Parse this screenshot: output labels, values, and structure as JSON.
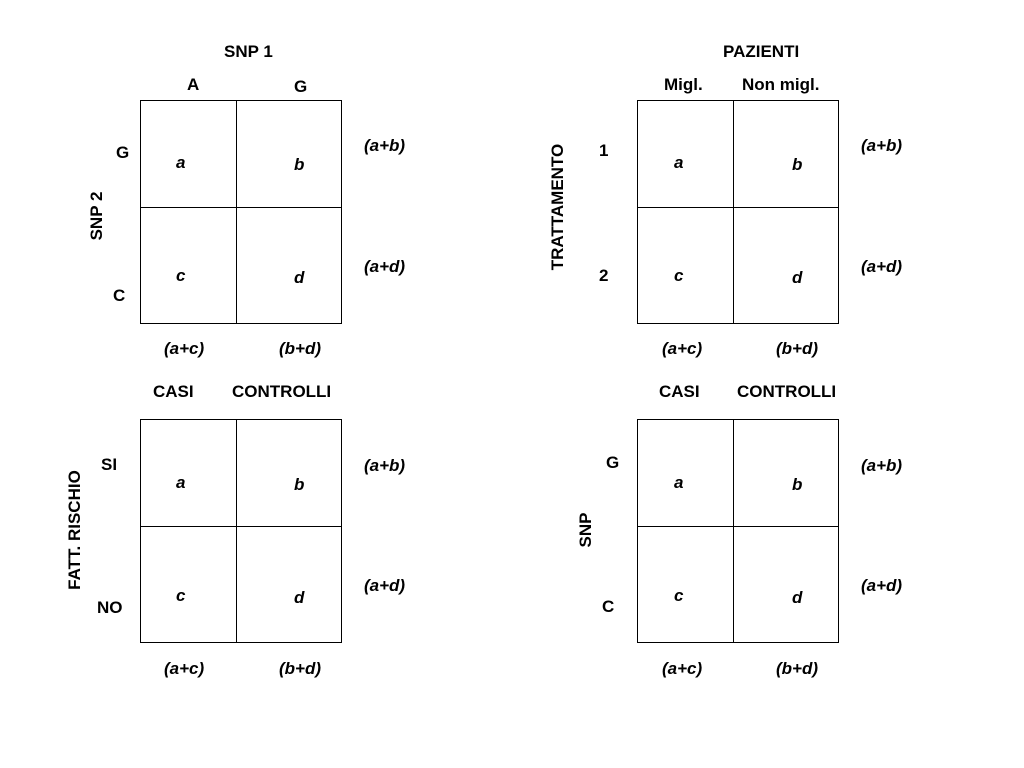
{
  "tables": [
    {
      "top_title": "SNP 1",
      "col_labels": [
        "A",
        "G"
      ],
      "side_title": "SNP 2",
      "row_labels": [
        "G",
        "C"
      ],
      "cells": [
        "a",
        "b",
        "c",
        "d"
      ],
      "row_totals": [
        "(a+b)",
        "(a+d)"
      ],
      "col_totals": [
        "(a+c)",
        "(b+d)"
      ]
    },
    {
      "top_title": "PAZIENTI",
      "col_labels": [
        "Migl.",
        "Non migl."
      ],
      "side_title": "TRATTAMENTO",
      "row_labels": [
        "1",
        "2"
      ],
      "cells": [
        "a",
        "b",
        "c",
        "d"
      ],
      "row_totals": [
        "(a+b)",
        "(a+d)"
      ],
      "col_totals": [
        "(a+c)",
        "(b+d)"
      ]
    },
    {
      "top_title": "",
      "col_labels": [
        "CASI",
        "CONTROLLI"
      ],
      "side_title": "FATT. RISCHIO",
      "row_labels": [
        "SI",
        "NO"
      ],
      "cells": [
        "a",
        "b",
        "c",
        "d"
      ],
      "row_totals": [
        "(a+b)",
        "(a+d)"
      ],
      "col_totals": [
        "(a+c)",
        "(b+d)"
      ]
    },
    {
      "top_title": "",
      "col_labels": [
        "CASI",
        "CONTROLLI"
      ],
      "side_title": "SNP",
      "row_labels": [
        "G",
        "C"
      ],
      "cells": [
        "a",
        "b",
        "c",
        "d"
      ],
      "row_totals": [
        "(a+b)",
        "(a+d)"
      ],
      "col_totals": [
        "(a+c)",
        "(b+d)"
      ]
    }
  ]
}
